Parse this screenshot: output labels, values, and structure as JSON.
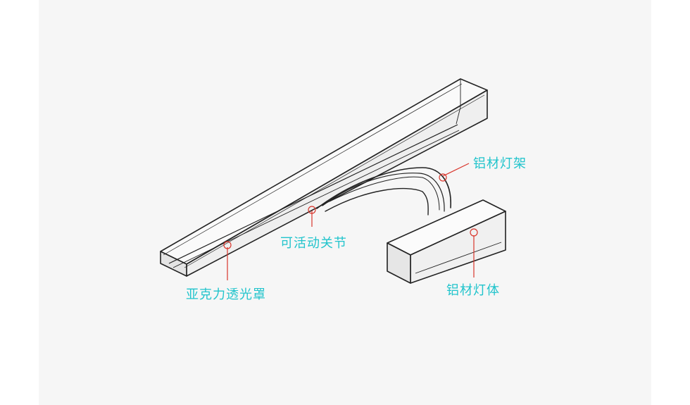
{
  "labels": {
    "bracket": "铝材灯架",
    "joint": "可活动关节",
    "body": "铝材灯体",
    "diffuser": "亚克力透光罩"
  },
  "colors": {
    "label": "#21c4cc",
    "leader": "#d9352b",
    "sketch": "#222222",
    "paper": "#f6f6f6"
  }
}
